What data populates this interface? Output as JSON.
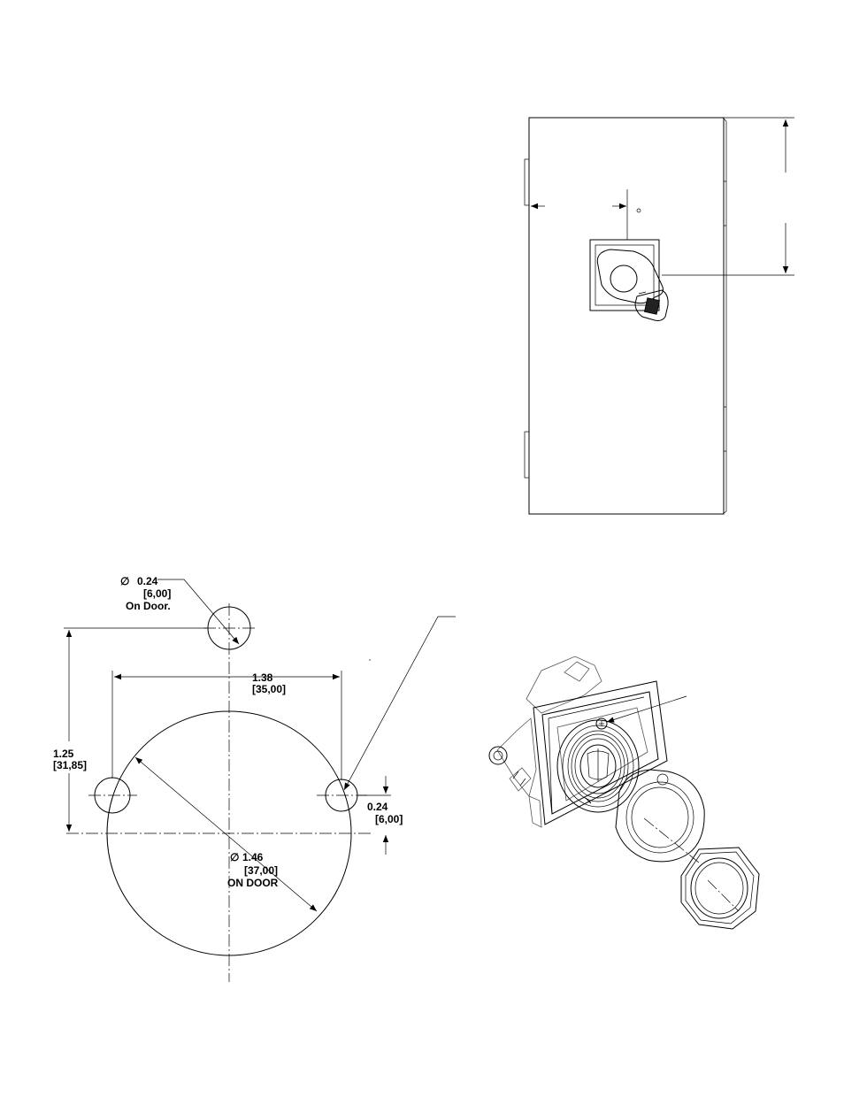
{
  "labels": {
    "small_hole": {
      "symbol": "∅",
      "dim": "0.24",
      "metric": "[6,00]",
      "note": "On Door."
    },
    "width": {
      "dim": "1.38",
      "metric": "[35,00]"
    },
    "height": {
      "dim": "1.25",
      "metric": "[31,85]"
    },
    "offset": {
      "dim": "0.24",
      "metric": "[6,00]"
    },
    "large_hole": {
      "symbol": "∅",
      "dim": "1.46",
      "metric": "[37,00]",
      "note": "ON DOOR"
    }
  }
}
